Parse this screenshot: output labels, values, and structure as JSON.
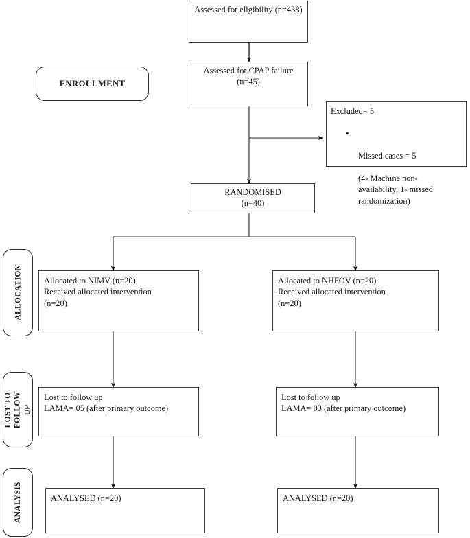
{
  "diagram": {
    "title": "CONSORT participant flow diagram",
    "line_color": "#2b2b2b",
    "box_border_color": "#3a3a3a",
    "background": "#ffffff"
  },
  "stage_labels": [
    {
      "id": "enrollment",
      "text": "ENROLLMENT"
    },
    {
      "id": "allocation",
      "text": "ALLOCATION"
    },
    {
      "id": "lost-to-follow-up",
      "text": "LOST TO\nFOLLOW UP"
    },
    {
      "id": "analysis",
      "text": "ANALYSIS"
    }
  ],
  "nodes": {
    "eligibility": {
      "text": "Assessed for eligibility (n=438)",
      "n": 438
    },
    "cpap_failure": {
      "text": "Assessed for CPAP failure\n(n=45)",
      "n": 45
    },
    "excluded": {
      "heading": "Excluded= 5",
      "bullet": "Missed cases = 5",
      "detail": "(4- Machine non-\navailability, 1- missed\nrandomization)",
      "n": 5
    },
    "randomised": {
      "text": "RANDOMISED\n(n=40)",
      "n": 40
    },
    "alloc_left": {
      "text": "Allocated to NIMV (n=20)\nReceived allocated intervention\n(n=20)",
      "arm": "NIMV",
      "n": 20
    },
    "alloc_right": {
      "text": "Allocated to NHFOV (n=20)\nReceived allocated intervention\n(n=20)",
      "arm": "NHFOV",
      "n": 20
    },
    "lost_left": {
      "text": "Lost to follow up\nLAMA= 05 (after primary outcome)",
      "lama": "05"
    },
    "lost_right": {
      "text": "Lost to follow up\nLAMA= 03 (after primary outcome)",
      "lama": "03"
    },
    "analysed_left": {
      "text": "ANALYSED (n=20)",
      "n": 20
    },
    "analysed_right": {
      "text": "ANALYSED (n=20)",
      "n": 20
    }
  }
}
